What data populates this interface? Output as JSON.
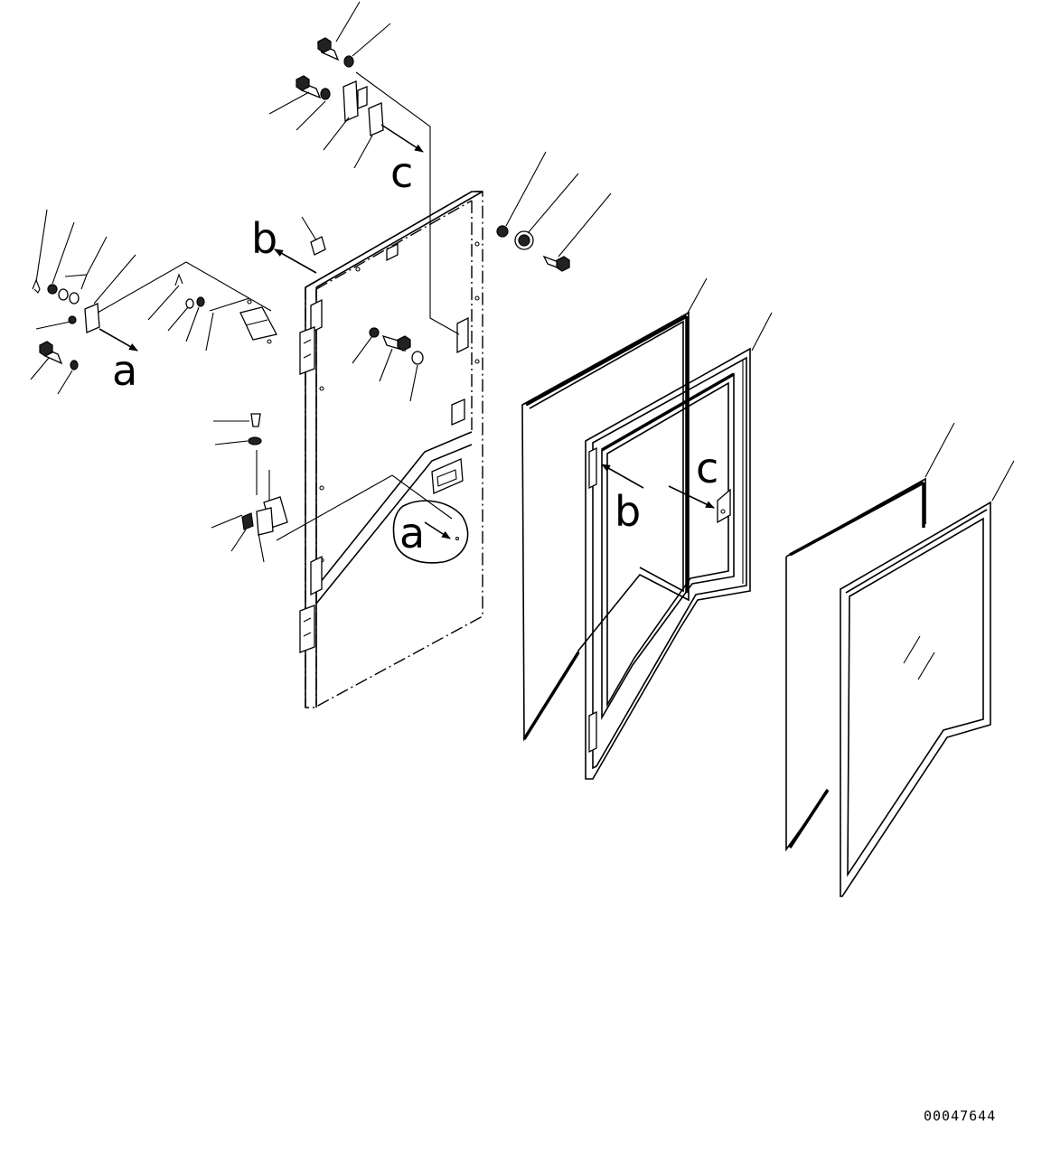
{
  "diagram": {
    "detail_labels": [
      "a",
      "b",
      "c"
    ],
    "document_number": "00047644"
  }
}
